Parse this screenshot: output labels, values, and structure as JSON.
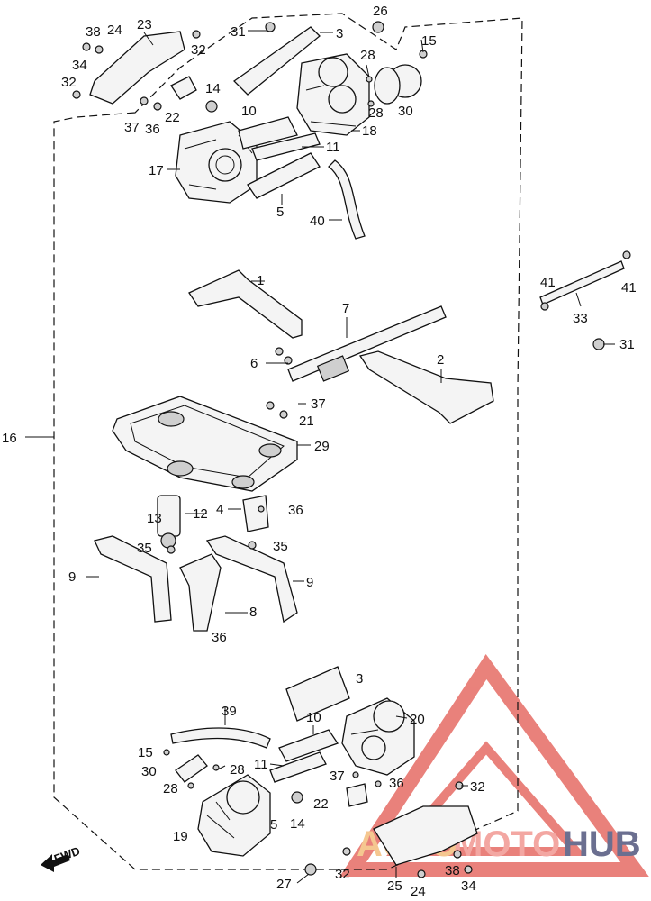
{
  "diagram": {
    "labels": {
      "p1": "1",
      "p2": "2",
      "p3a": "3",
      "p3b": "3",
      "p4": "4",
      "p5a": "5",
      "p5b": "5",
      "p6": "6",
      "p7": "7",
      "p8": "8",
      "p9a": "9",
      "p9b": "9",
      "p10a": "10",
      "p10b": "10",
      "p11a": "11",
      "p11b": "11",
      "p12": "12",
      "p13": "13",
      "p14a": "14",
      "p14b": "14",
      "p15a": "15",
      "p15b": "15",
      "p16": "16",
      "p17": "17",
      "p18": "18",
      "p19": "19",
      "p20": "20",
      "p21": "21",
      "p22a": "22",
      "p22b": "22",
      "p23": "23",
      "p24a": "24",
      "p24b": "24",
      "p25": "25",
      "p26": "26",
      "p27": "27",
      "p28a": "28",
      "p28b": "28",
      "p28c": "28",
      "p28d": "28",
      "p29": "29",
      "p30a": "30",
      "p30b": "30",
      "p31a": "31",
      "p31b": "31",
      "p32a": "32",
      "p32b": "32",
      "p32c": "32",
      "p32d": "32",
      "p33": "33",
      "p34a": "34",
      "p34b": "34",
      "p35a": "35",
      "p35b": "35",
      "p36a": "36",
      "p36b": "36",
      "p36c": "36",
      "p36d": "36",
      "p37a": "37",
      "p37b": "37",
      "p37c": "37",
      "p38a": "38",
      "p38b": "38",
      "p39": "39",
      "p40": "40",
      "p41a": "41",
      "p41b": "41"
    },
    "fwd_label": "FWD"
  },
  "watermark": {
    "text_auto": "AUTO",
    "text_moto": "MOTO",
    "text_hub": "HUB",
    "colors": {
      "auto": "#f2b56b",
      "moto": "#f08a84",
      "hub": "#3a3f6b",
      "triangle": "#e2584f"
    }
  }
}
